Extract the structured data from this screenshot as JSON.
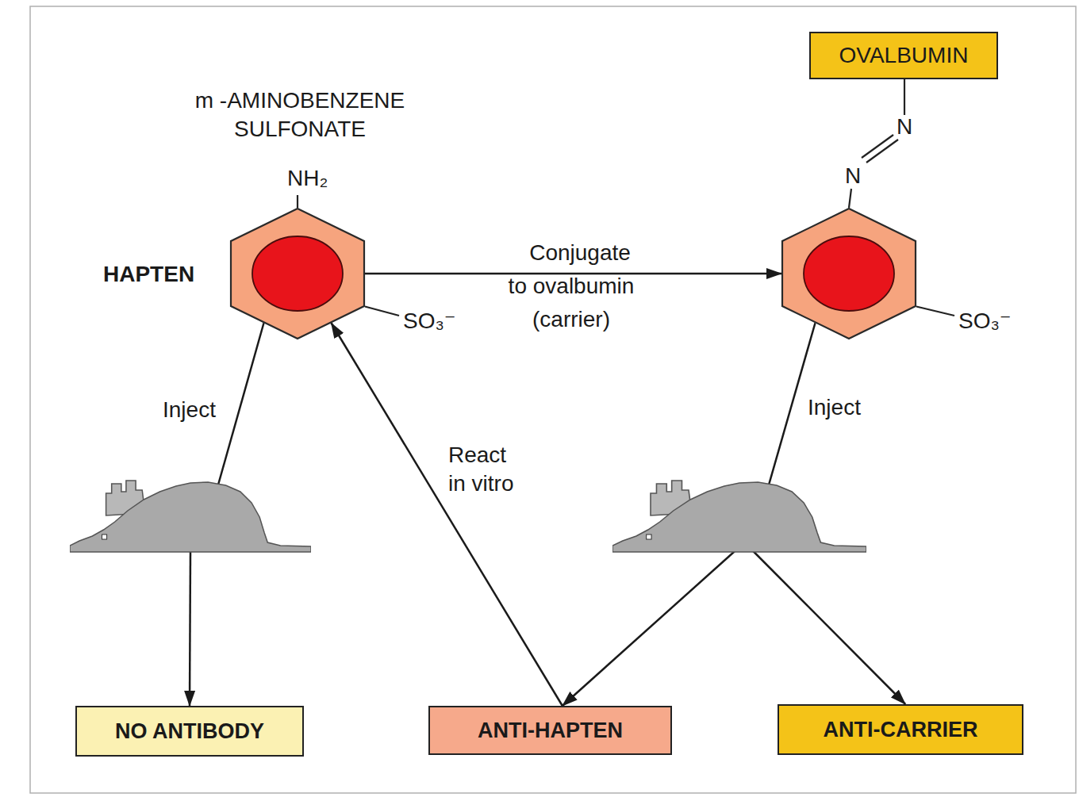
{
  "diagram": {
    "nodes": [
      {
        "text": [
          "HAPTEN"
        ]
      },
      {
        "text": [
          "OVALBUMIN"
        ]
      },
      {
        "text": []
      },
      {
        "text": []
      },
      {
        "text": []
      },
      {
        "text": [
          "NO ANTIBODY"
        ]
      },
      {
        "text": [
          "ANTI-HAPTEN"
        ]
      },
      {
        "text": [
          "ANTI-CARRIER"
        ]
      }
    ],
    "edges": [
      {
        "from": 0,
        "to": 2,
        "arrow": "to",
        "label": "Conjugate to ovalbumin (carrier)"
      },
      {
        "from": 0,
        "to": 3,
        "arrow": "to",
        "label": "Inject"
      },
      {
        "from": 2,
        "to": 4,
        "arrow": "to",
        "label": "Inject"
      },
      {
        "from": 3,
        "to": 5,
        "arrow": "to"
      },
      {
        "from": 4,
        "to": 6,
        "arrow": "to"
      },
      {
        "from": 4,
        "to": 7,
        "arrow": "to"
      },
      {
        "from": 6,
        "to": 0,
        "arrow": "to",
        "label": "React in vitro"
      }
    ],
    "labels": [
      "m -AMINOBENZENE SULFONATE",
      "NH₂",
      "SO₃⁻",
      "N",
      "N",
      "SO₃⁻"
    ]
  }
}
